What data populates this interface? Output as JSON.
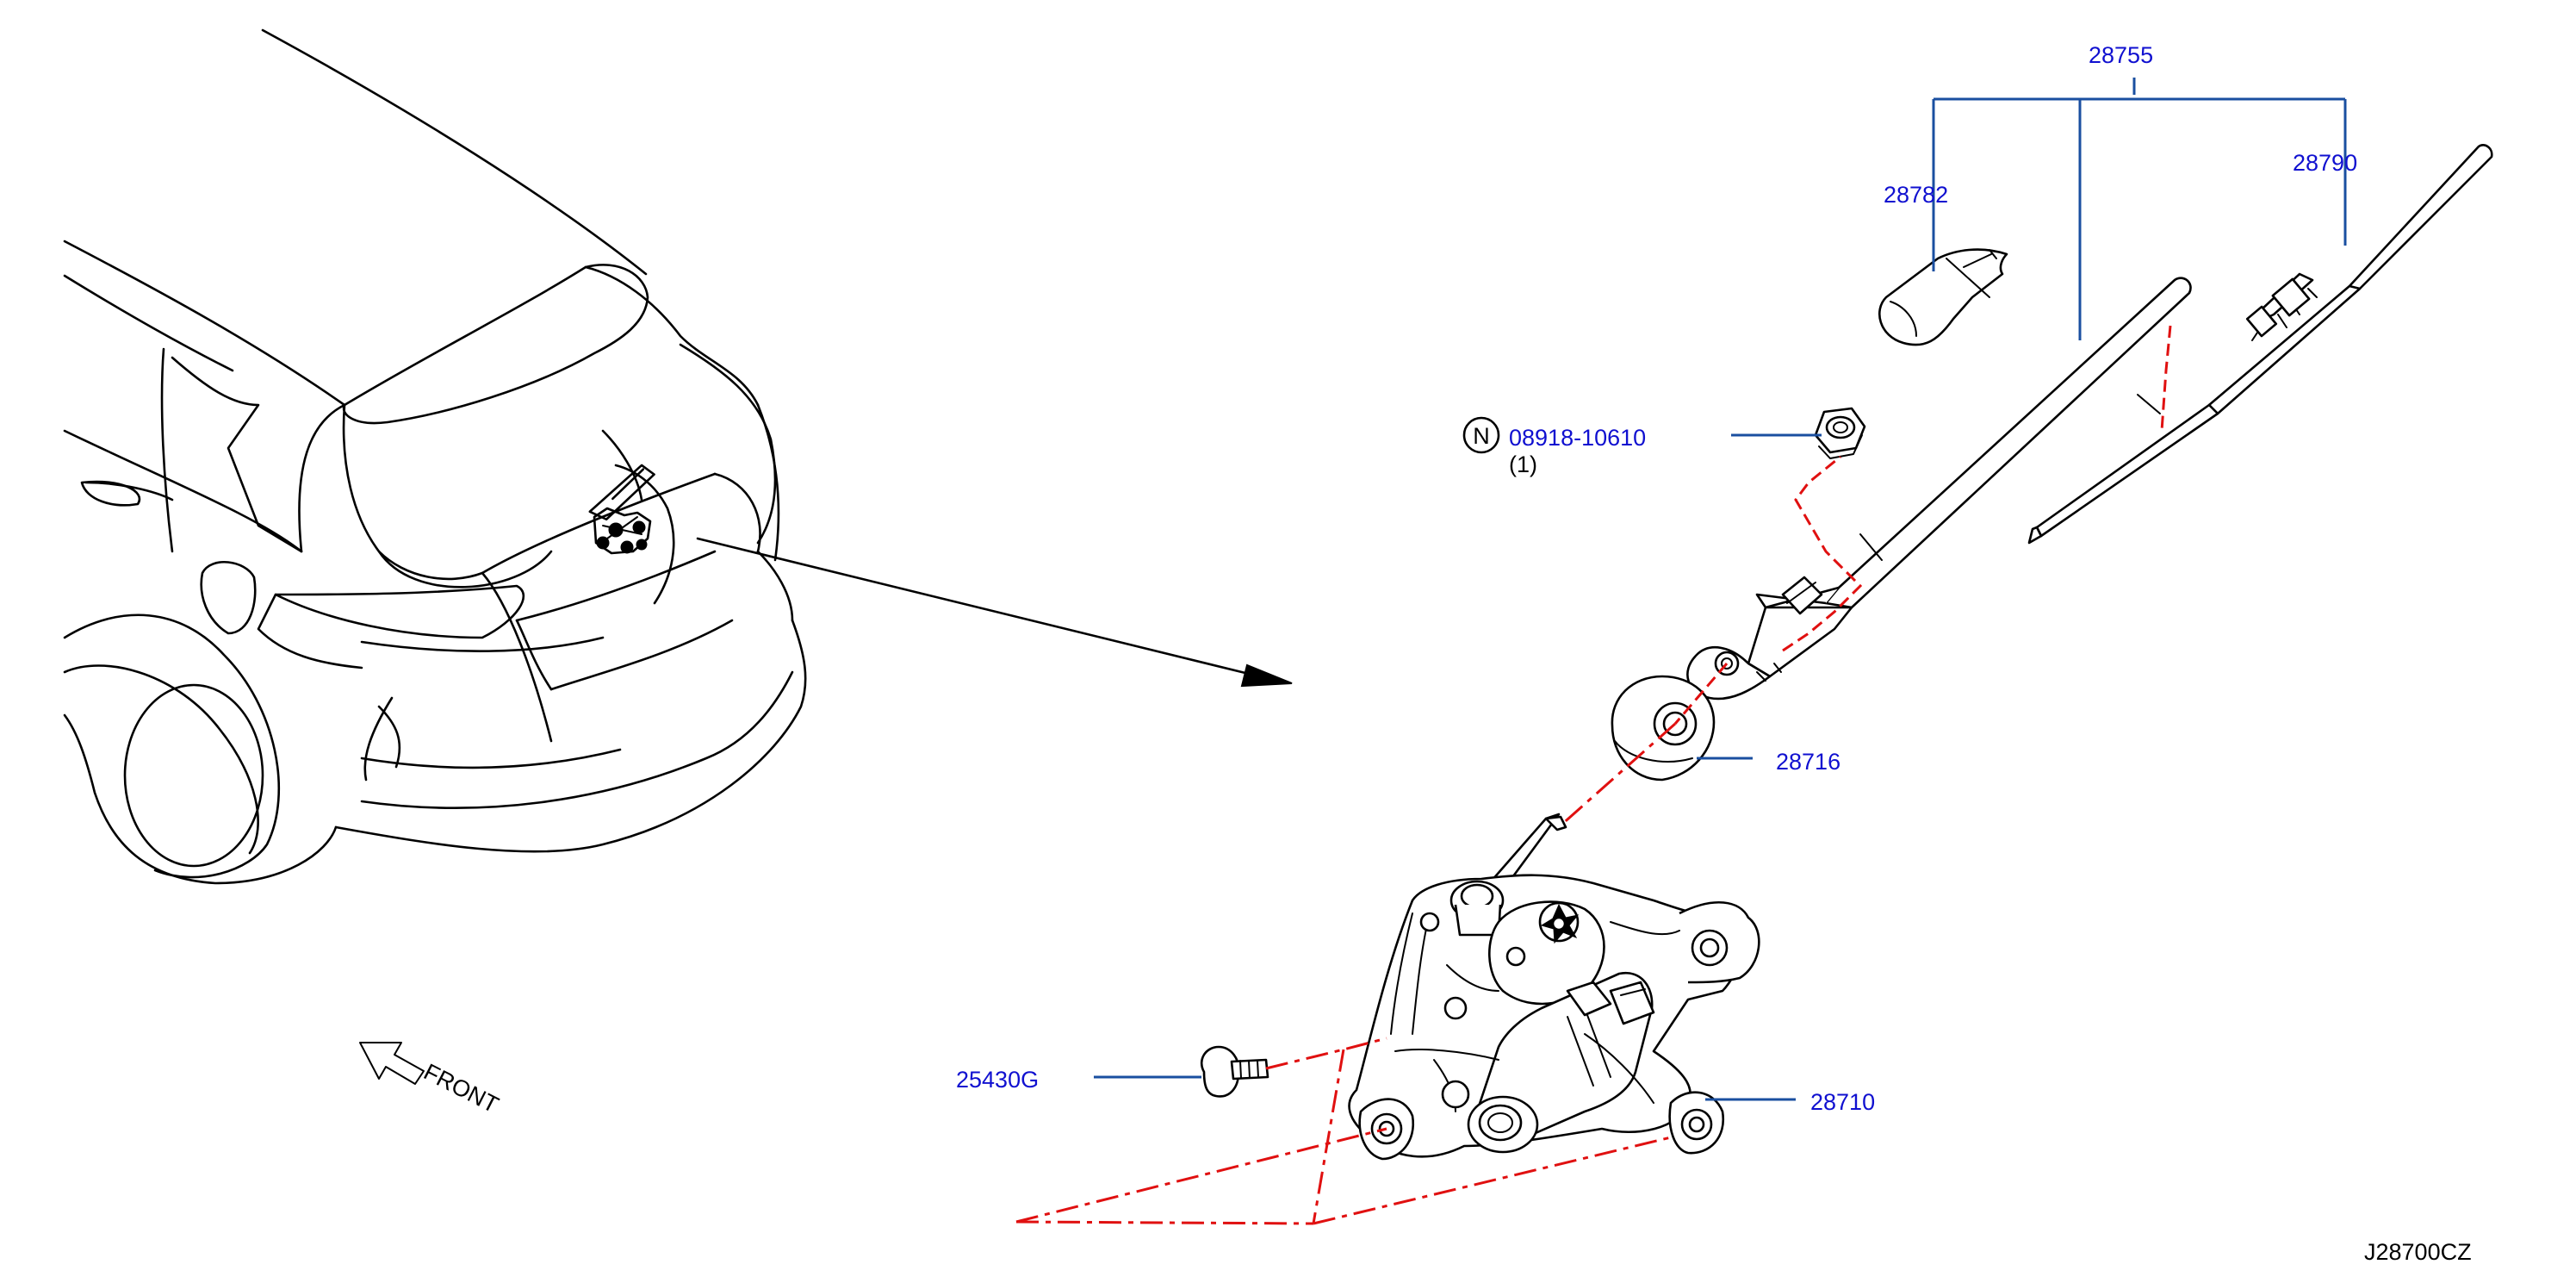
{
  "labels": {
    "assembly": "28755",
    "cap": "28782",
    "blade": "28790",
    "nut_part": "08918-10610",
    "nut_marker": "N",
    "nut_qty": "(1)",
    "seal": "28716",
    "bolt": "25430G",
    "motor": "28710",
    "front": "FRONT",
    "diagram_id": "J28700CZ"
  },
  "colors": {
    "label_text": "#1010d0",
    "leader_line": "#1a4fa0",
    "centerline": "#e01010",
    "outline": "#000000"
  },
  "icons": {
    "front_arrow": "front-arrow-icon",
    "nut_symbol": "circled-n-icon"
  }
}
